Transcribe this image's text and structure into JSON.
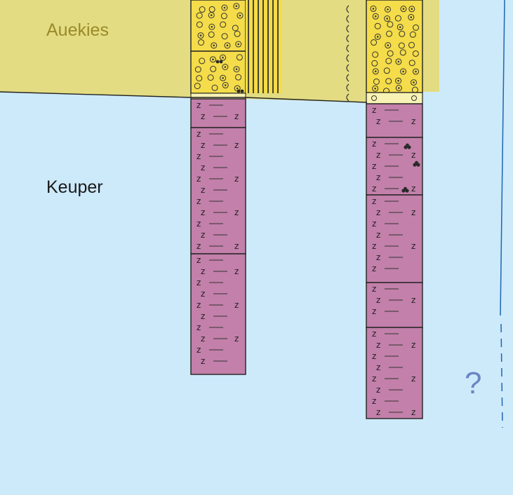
{
  "units": {
    "upper": {
      "name": "Auekies",
      "color": "#e3dc82"
    },
    "lower": {
      "name": "Keuper",
      "color": "#cdeafb"
    }
  },
  "unknown_marker": "?",
  "palette": {
    "claystone": "#c280aa",
    "gravel": "#f4dc4a",
    "light_band": "#f8f2b4",
    "line": "#222222",
    "section_line": "#1f66b0"
  },
  "symbols": {
    "gravel": "circles",
    "claystone": "z-and-dash",
    "nodules": "dark-clusters",
    "hatching": "vertical-lines",
    "bracket": "curl-marks"
  }
}
